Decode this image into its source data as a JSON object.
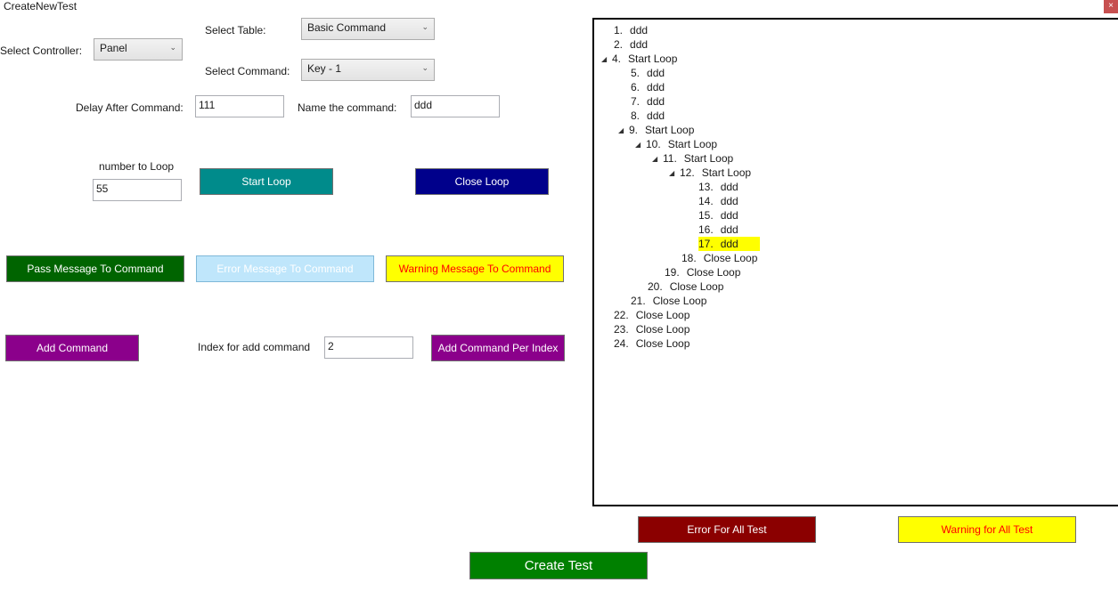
{
  "window": {
    "title": "CreateNewTest",
    "close_glyph": "×"
  },
  "form": {
    "select_controller_label": "Select Controller:",
    "controller_value": "Panel",
    "select_table_label": "Select Table:",
    "table_value": "Basic Command",
    "select_command_label": "Select Command:",
    "command_value": "Key - 1",
    "delay_label": "Delay After Command:",
    "delay_value": "111",
    "name_label": "Name the command:",
    "name_value": "ddd",
    "loop_label": "number to Loop",
    "loop_value": "55",
    "index_label": "Index for add command",
    "index_value": "2"
  },
  "buttons": {
    "start_loop": "Start Loop",
    "close_loop": "Close Loop",
    "pass_message": "Pass Message To Command",
    "error_message": "Error Message To Command",
    "warning_message": "Warning Message To Command",
    "add_command": "Add Command",
    "add_per_index": "Add Command Per Index",
    "error_all": "Error For All Test",
    "warning_all": "Warning for All Test",
    "create_test": "Create Test"
  },
  "colors": {
    "start_loop_bg": "#008b8b",
    "close_loop_bg": "#00008b",
    "pass_bg": "#006400",
    "error_msg_bg": "#bfe6fb",
    "warning_bg": "#ffff00",
    "warning_text": "#ff0000",
    "add_bg": "#8b008b",
    "error_all_bg": "#8b0000",
    "create_bg": "#008000",
    "highlight": "#ffff00"
  },
  "tree": {
    "expander_glyph": "◢",
    "items": [
      {
        "num": "1.",
        "label": "ddd"
      },
      {
        "num": "2.",
        "label": "ddd"
      },
      {
        "num": "4.",
        "label": "Start Loop",
        "expanded": true
      },
      {
        "num": "5.",
        "label": "ddd"
      },
      {
        "num": "6.",
        "label": "ddd"
      },
      {
        "num": "7.",
        "label": "ddd"
      },
      {
        "num": "8.",
        "label": "ddd"
      },
      {
        "num": "9.",
        "label": "Start Loop",
        "expanded": true
      },
      {
        "num": "10.",
        "label": "Start Loop",
        "expanded": true
      },
      {
        "num": "11.",
        "label": "Start Loop",
        "expanded": true
      },
      {
        "num": "12.",
        "label": "Start Loop",
        "expanded": true
      },
      {
        "num": "13.",
        "label": "ddd"
      },
      {
        "num": "14.",
        "label": "ddd"
      },
      {
        "num": "15.",
        "label": "ddd"
      },
      {
        "num": "16.",
        "label": "ddd"
      },
      {
        "num": "17.",
        "label": "ddd",
        "selected": true
      },
      {
        "num": "18.",
        "label": "Close Loop"
      },
      {
        "num": "19.",
        "label": "Close Loop"
      },
      {
        "num": "20.",
        "label": "Close Loop"
      },
      {
        "num": "21.",
        "label": "Close Loop"
      },
      {
        "num": "22.",
        "label": "Close Loop"
      },
      {
        "num": "23.",
        "label": "Close Loop"
      },
      {
        "num": "24.",
        "label": "Close Loop"
      }
    ]
  }
}
